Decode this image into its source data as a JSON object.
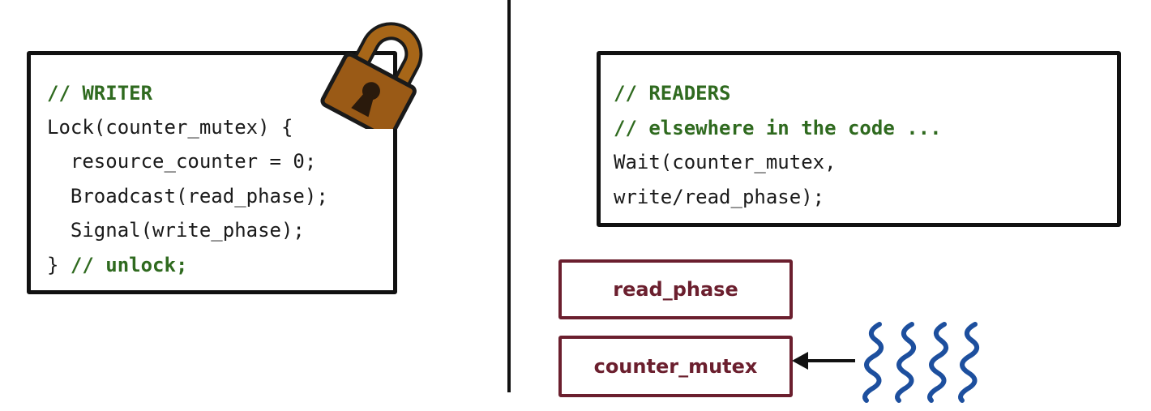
{
  "writer": {
    "comment": "// WRITER",
    "line1": "Lock(counter_mutex) {",
    "line2": "  resource_counter = 0;",
    "line3": "  Broadcast(read_phase);",
    "line4": "  Signal(write_phase);",
    "line5_code": "} ",
    "line5_comment": "// unlock;"
  },
  "readers": {
    "comment1": "// READERS",
    "comment2": "// elsewhere in the code ...",
    "line1": "Wait(counter_mutex,",
    "line2": "write/read_phase);"
  },
  "variables": {
    "read_phase": "read_phase",
    "counter_mutex": "counter_mutex"
  },
  "icons": {
    "lock": "padlock-icon",
    "threads": "waiting-threads-icon",
    "arrow": "arrow-left-icon"
  },
  "colors": {
    "comment": "#2f6a1f",
    "variable_border": "#6b1f2e",
    "threads": "#1d4f9e",
    "lock_body": "#9a5a16"
  }
}
